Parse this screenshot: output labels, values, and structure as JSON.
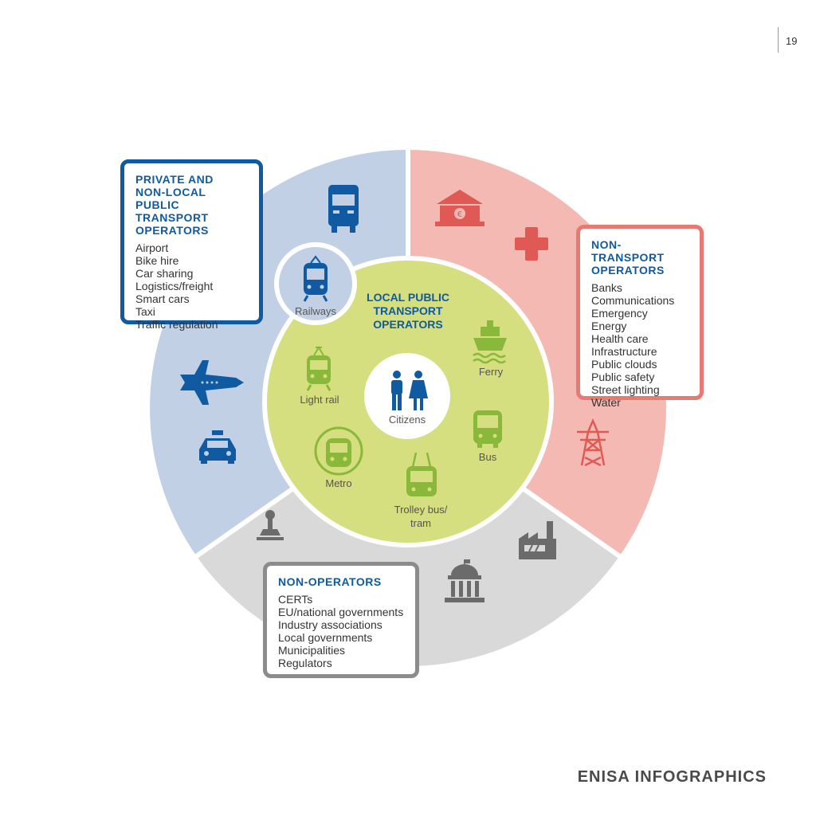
{
  "page_number": "19",
  "footer": "ENISA INFOGRAPHICS",
  "center": {
    "title_lines": [
      "LOCAL PUBLIC",
      "TRANSPORT",
      "OPERATORS"
    ],
    "citizens_label": "Citizens"
  },
  "inner_labels": {
    "railways": "Railways",
    "light_rail": "Light rail",
    "metro": "Metro",
    "trolley_lines": [
      "Trolley bus/",
      "tram"
    ],
    "bus": "Bus",
    "ferry": "Ferry"
  },
  "boxes": {
    "private": {
      "title": "PRIVATE AND\nNON-LOCAL PUBLIC\nTRANSPORT\nOPERATORS",
      "items": [
        "Airport",
        "Bike hire",
        "Car sharing",
        "Logistics/freight",
        "Smart cars",
        "Taxi",
        "Traffic regulation"
      ]
    },
    "non_transport": {
      "title": "NON-TRANSPORT\nOPERATORS",
      "items": [
        "Banks",
        "Communications",
        "Emergency",
        "Energy",
        "Health care",
        "Infrastructure",
        "Public clouds",
        "Public safety",
        "Street lighting",
        "Water"
      ]
    },
    "non_operators": {
      "title": "NON-OPERATORS",
      "items": [
        "CERTs",
        "EU/national governments",
        "Industry associations",
        "Local governments",
        "Municipalities",
        "Regulators"
      ]
    }
  },
  "colors": {
    "blue_sector": "#c2d0e6",
    "red_sector": "#f4b9b2",
    "gray_sector": "#d9d9d9",
    "inner_green": "#d6df7f",
    "icon_blue": "#0f5aa0",
    "icon_red": "#e05a55",
    "icon_gray": "#6b6b6b",
    "icon_green": "#8ab83a"
  },
  "icons": [
    "truck-icon",
    "airplane-icon",
    "taxi-icon",
    "bank-icon",
    "health-cross-icon",
    "power-pylon-icon",
    "factory-icon",
    "government-building-icon",
    "stamp-icon",
    "train-icon",
    "tram-icon",
    "metro-icon",
    "trolleybus-icon",
    "bus-icon",
    "ferry-icon",
    "citizens-icon"
  ]
}
